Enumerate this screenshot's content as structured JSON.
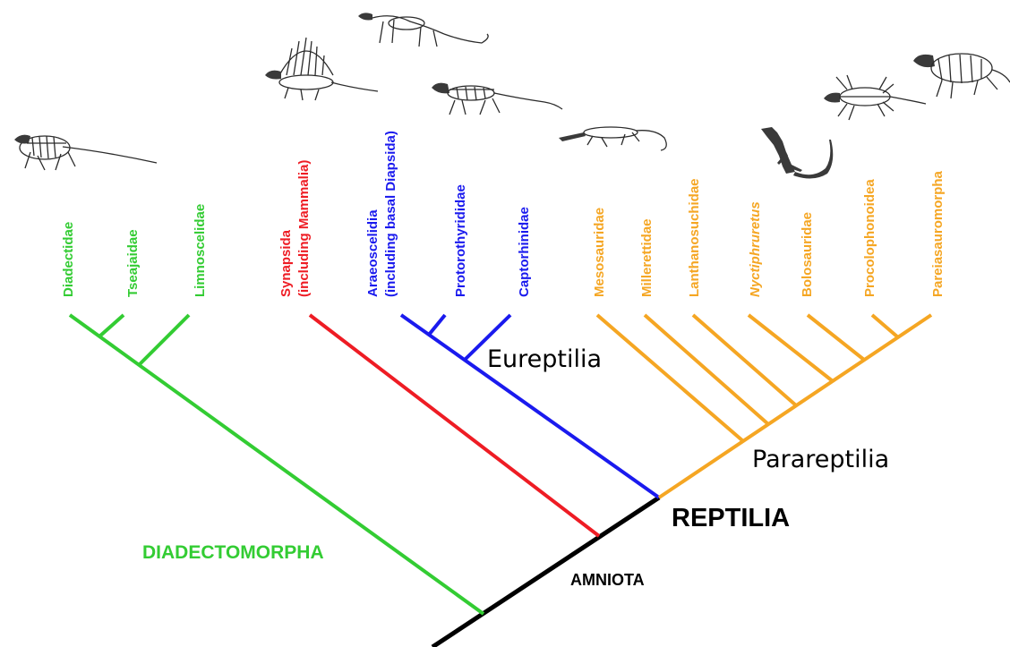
{
  "colors": {
    "diadectomorpha": "#33cc33",
    "synapsida": "#ee1c24",
    "eureptilia": "#1a1aee",
    "parareptilia": "#f5a623",
    "trunk": "#000000"
  },
  "taxa": {
    "diadectidae": "Diadectidae",
    "tseajaidae": "Tseajaidae",
    "limnoscelidae": "Limnoscelidae",
    "synapsida_line1": "Synapsida",
    "synapsida_line2": "(including Mammalia)",
    "araeoscelidia_line1": "Araeoscelidia",
    "araeoscelidia_line2": "(including basal Diapsida)",
    "protorothyrididae": "Protorothyrididae",
    "captorhinidae": "Captorhinidae",
    "mesosauridae": "Mesosauridae",
    "millerettidae": "Millerettidae",
    "lanthanosuchidae": "Lanthanosuchidae",
    "nycteroleter": "Nyctiphruretus",
    "bolosauridae": "Bolosauridae",
    "procolophonoidea": "Procolophonoidea",
    "pareiasauromorpha": "Pareiasauromorpha"
  },
  "clades": {
    "eureptilia": "Eureptilia",
    "parareptilia": "Parareptilia",
    "reptilia": "REPTILIA",
    "amniota": "AMNIOTA",
    "diadectomorpha": "DIADECTOMORPHA"
  },
  "icons": [
    "diadectid-skeleton-icon",
    "dimetrodon-skeleton-icon",
    "araeoscelid-skeleton-icon",
    "captorhinid-skeleton-icon",
    "mesosaur-skeleton-icon",
    "bolosaur-lizard-icon",
    "procolophonid-skeleton-icon",
    "pareiasaur-skeleton-icon"
  ]
}
